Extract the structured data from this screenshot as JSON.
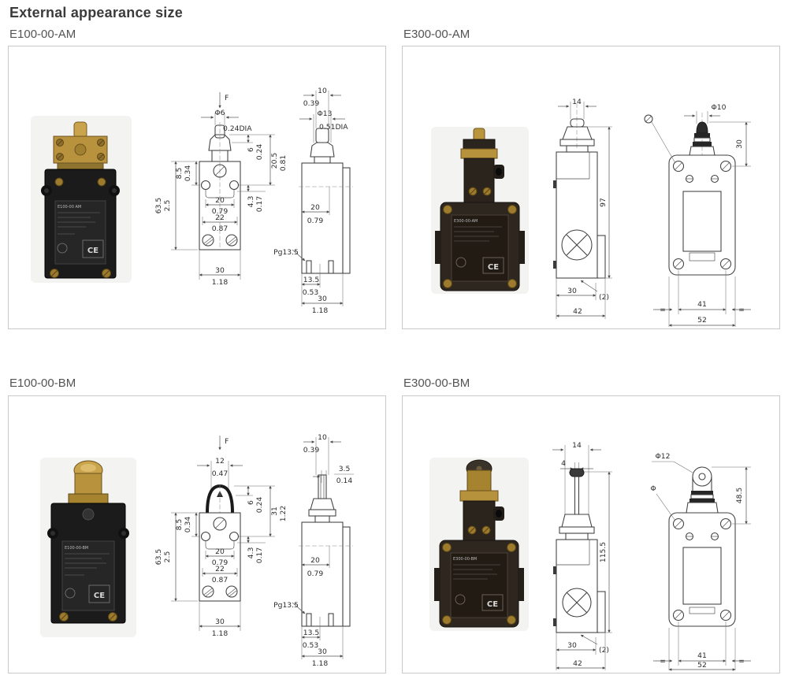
{
  "page": {
    "title": "External appearance size"
  },
  "panels": [
    {
      "label": "E100-00-AM",
      "photo": {
        "model": "E100-00 AM",
        "ce": "CE"
      },
      "front": {
        "force": "F",
        "dia_mm": "Φ6",
        "dia_in": "0.24DIA",
        "pin_h_mm": "6",
        "pin_h_in": "0.24",
        "head_h_mm": "20.5",
        "head_h_in": "0.81",
        "ear_mm": "4.3",
        "ear_in": "0.17",
        "top_mm": "8.5",
        "top_in": "0.34",
        "body_h_mm": "63.5",
        "body_h_in": "2.5",
        "hole_mm": "20",
        "hole_in": "0.79",
        "hole2_mm": "22",
        "hole2_in": "0.87",
        "width_mm": "30",
        "width_in": "1.18"
      },
      "side": {
        "pin_mm": "10",
        "pin_in": "0.39",
        "dia_mm": "Φ13",
        "dia_in": "0.51DIA",
        "depth_mm": "20",
        "depth_in": "0.79",
        "gland": "Pg13.5",
        "gland_mm": "13.5",
        "gland_in": "0.53",
        "width_mm": "30",
        "width_in": "1.18"
      }
    },
    {
      "label": "E300-00-AM",
      "photo": {
        "model": "E300-00-AM",
        "ce": "CE"
      },
      "side": {
        "pin_mm": "14",
        "height_mm": "97",
        "body_mm": "30",
        "note": "(2)",
        "width_mm": "42"
      },
      "front": {
        "dia_mm": "Φ10",
        "pin_h_mm": "30",
        "holes_mm": "41",
        "width_mm": "52",
        "eq_left": "=",
        "eq_right": "="
      }
    },
    {
      "label": "E100-00-BM",
      "photo": {
        "model": "E100-00-BM",
        "ce": "CE"
      },
      "front": {
        "force": "F",
        "dome_mm": "12",
        "dome_in": "0.47",
        "pin_h_mm": "6",
        "pin_h_in": "0.24",
        "head_h_mm": "31",
        "head_h_in": "1.22",
        "ear_mm": "4.3",
        "ear_in": "0.17",
        "top_mm": "8.5",
        "top_in": "0.34",
        "body_h_mm": "63.5",
        "body_h_in": "2.5",
        "hole_mm": "20",
        "hole_in": "0.79",
        "hole2_mm": "22",
        "hole2_in": "0.87",
        "width_mm": "30",
        "width_in": "1.18"
      },
      "side": {
        "pin_mm": "10",
        "pin_in": "0.39",
        "offset_mm": "3.5",
        "offset_in": "0.14",
        "depth_mm": "20",
        "depth_in": "0.79",
        "gland": "Pg13.5",
        "gland_mm": "13.5",
        "gland_in": "0.53",
        "width_mm": "30",
        "width_in": "1.18"
      }
    },
    {
      "label": "E300-00-BM",
      "photo": {
        "model": "E300-00-BM",
        "ce": "CE"
      },
      "side": {
        "pin_mm": "14",
        "rod_mm": "4",
        "height_mm": "115.5",
        "body_mm": "30",
        "note": "(2)",
        "width_mm": "42"
      },
      "front": {
        "dia_mm": "Φ12",
        "phi": "Φ",
        "roller_h_mm": "48.5",
        "holes_mm": "41",
        "width_mm": "52",
        "eq_left": "=",
        "eq_right": "="
      }
    }
  ]
}
